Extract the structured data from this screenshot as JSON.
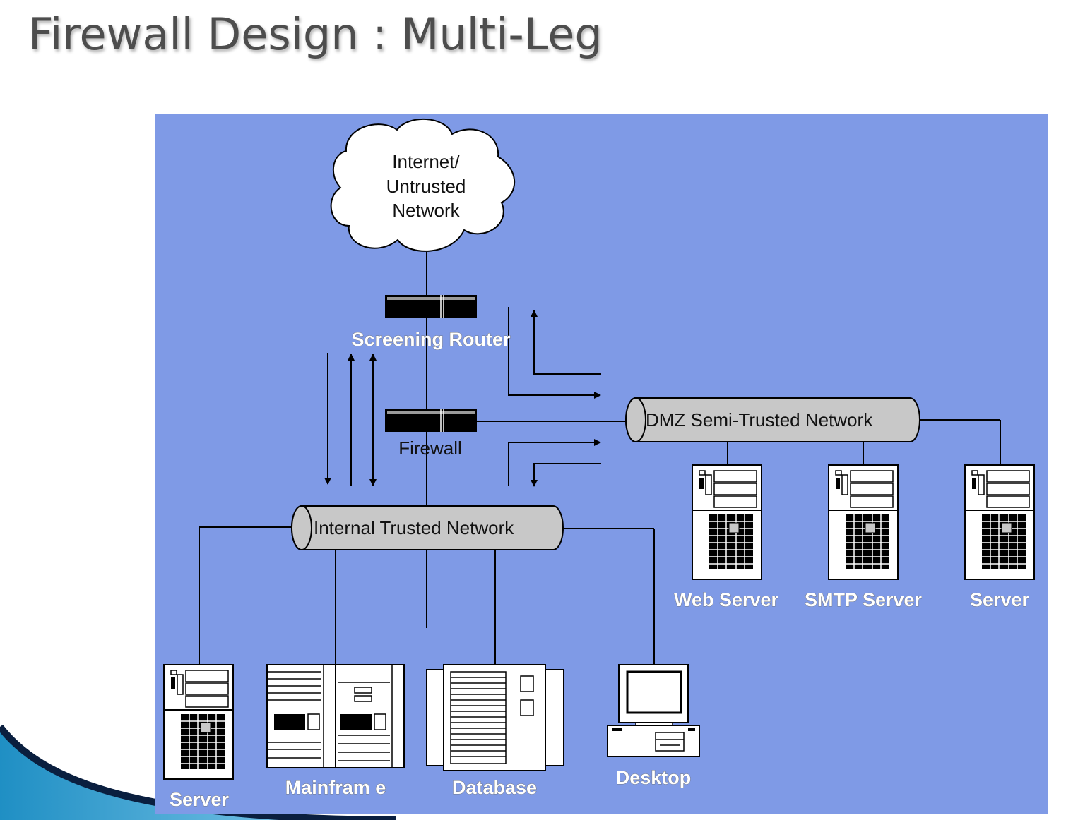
{
  "slide": {
    "title": "Firewall Design : Multi-Leg"
  },
  "diagram": {
    "cloud_lines": [
      "Internet/",
      "Untrusted",
      "Network"
    ],
    "screening_router": "Screening Router",
    "firewall": "Firewall",
    "dmz_network": "DMZ Semi-Trusted Network",
    "internal_network": "Internal Trusted Network",
    "dmz_hosts": {
      "web": "Web Server",
      "smtp": "SMTP Server",
      "server": "Server"
    },
    "internal_hosts": {
      "server": "Server",
      "mainframe": "Mainfram e",
      "database": "Database",
      "desktop": "Desktop"
    }
  },
  "colors": {
    "diagram_bg": "#7f9ae6",
    "pipe": "#c8c8c8",
    "title": "#4d4d4d"
  }
}
